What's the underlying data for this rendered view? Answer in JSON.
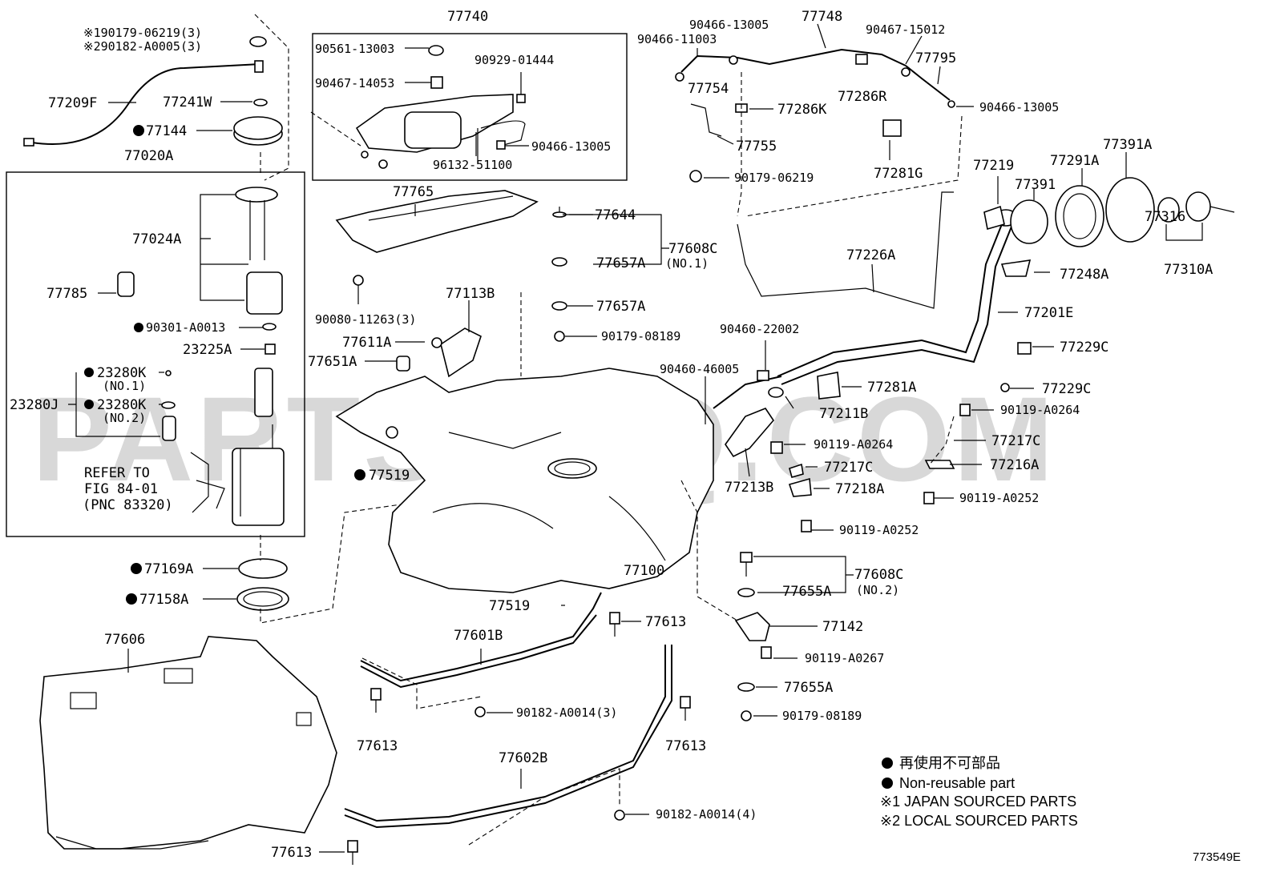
{
  "watermark": "PARTSOUQ.COM",
  "boxes": {
    "pump_group": "77020A",
    "canister_group": "77740"
  },
  "labels": {
    "p90179_06219_3": "※190179-06219(3)",
    "p90182_A0005_3": "※290182-A0005(3)",
    "p77209F": "77209F",
    "p77241W": "77241W",
    "p77144": "77144",
    "p77024A": "77024A",
    "p77785": "77785",
    "p90301_A0013": "90301-A0013",
    "p23225A": "23225A",
    "p23280K_1": "23280K",
    "no1_a": "(NO.1)",
    "p23280K_2": "23280K",
    "no2_a": "(NO.2)",
    "p23280J": "23280J",
    "refer_1": "REFER TO",
    "refer_2": "FIG 84-01",
    "refer_3": "(PNC 83320)",
    "p77169A": "77169A",
    "p77158A": "77158A",
    "p77606": "77606",
    "p90561_13003": "90561-13003",
    "p90929_01444": "90929-01444",
    "p90467_14053": "90467-14053",
    "p90466_13005_a": "90466-13005",
    "p96132_51100": "96132-51100",
    "p77765": "77765",
    "p90080_11263_3": "90080-11263(3)",
    "p77113B": "77113B",
    "p77611A": "77611A",
    "p77651A": "77651A",
    "p77519_a": "77519",
    "p77644": "77644",
    "p77608C_1": "77608C",
    "no1_b": "(NO.1)",
    "p77657A_1": "77657A",
    "p77657A_2": "77657A",
    "p90179_08189_a": "90179-08189",
    "p77100": "77100",
    "p77519_b": "77519",
    "p77601B": "77601B",
    "p77613_a": "77613",
    "p77613_b": "77613",
    "p77613_c": "77613",
    "p77613_d": "77613",
    "p90182_A0014_3": "90182-A0014(3)",
    "p77602B": "77602B",
    "p90182_A0014_4": "90182-A0014(4)",
    "p90466_13005_b": "90466-13005",
    "p90466_11003": "90466-11003",
    "p77748": "77748",
    "p90467_15012": "90467-15012",
    "p77795": "77795",
    "p77754": "77754",
    "p77286R": "77286R",
    "p90466_13005_c": "90466-13005",
    "p77286K": "77286K",
    "p77755": "77755",
    "p90179_06219": "90179-06219",
    "p77281G": "77281G",
    "p77219": "77219",
    "p77291A": "77291A",
    "p77391A": "77391A",
    "p77391": "77391",
    "p77316": "77316",
    "p77310A": "77310A",
    "p77226A": "77226A",
    "p77248A": "77248A",
    "p77201E": "77201E",
    "p90460_22002": "90460-22002",
    "p90460_46005": "90460-46005",
    "p77229C_1": "77229C",
    "p77229C_2": "77229C",
    "p77281A": "77281A",
    "p77211B": "77211B",
    "p90119_A0264_a": "90119-A0264",
    "p90119_A0264_b": "90119-A0264",
    "p77217C_1": "77217C",
    "p77217C_2": "77217C",
    "p77216A": "77216A",
    "p77213B": "77213B",
    "p77218A": "77218A",
    "p90119_A0252_a": "90119-A0252",
    "p90119_A0252_b": "90119-A0252",
    "p77608C_2": "77608C",
    "no2_b": "(NO.2)",
    "p77655A_1": "77655A",
    "p77142": "77142",
    "p90119_A0267": "90119-A0267",
    "p77655A_2": "77655A",
    "p90179_08189_b": "90179-08189"
  },
  "legend": {
    "jp": "再使用不可部品",
    "en": "Non-reusable part",
    "note1": "※1 JAPAN SOURCED PARTS",
    "note2": "※2 LOCAL SOURCED PARTS"
  },
  "figure_code": "773549E"
}
